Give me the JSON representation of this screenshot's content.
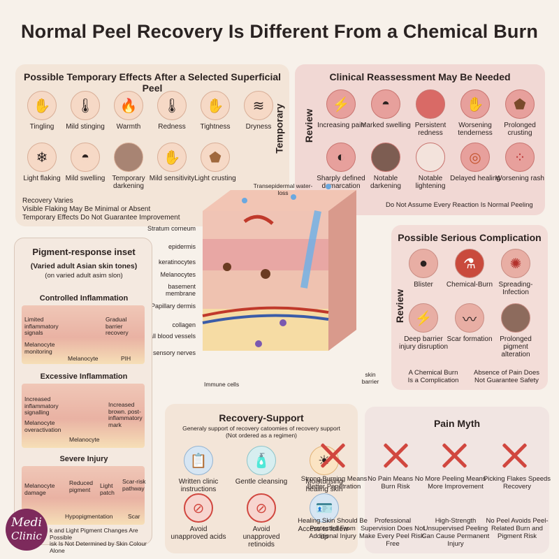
{
  "title": "Normal Peel Recovery Is Different From a Chemical Burn",
  "effects": {
    "title": "Possible Temporary Effects After a Selected Superficial Peel",
    "side_label": "Temporary",
    "items": [
      {
        "label": "Tingling",
        "icon": "hand-icon"
      },
      {
        "label": "Mild stinging",
        "icon": "thermometer-icon"
      },
      {
        "label": "Warmth",
        "icon": "flame-icon"
      },
      {
        "label": "Redness",
        "icon": "thermometer-icon"
      },
      {
        "label": "Tightness",
        "icon": "hand-icon"
      },
      {
        "label": "Dryness",
        "icon": "dry-skin-icon"
      },
      {
        "label": "Light flaking",
        "icon": "flakes-icon"
      },
      {
        "label": "Mild swelling",
        "icon": "swelling-icon"
      },
      {
        "label": "Temporary darkening",
        "icon": "dark-spot-icon"
      },
      {
        "label": "Mild sensitivity",
        "icon": "hand-icon"
      },
      {
        "label": "Light crusting",
        "icon": "crust-icon"
      }
    ],
    "notes": [
      "Recovery Varies",
      "Visible Flaking May Be Minimal or Absent",
      "Temporary Effects Do Not Guarantee Improvement"
    ]
  },
  "clinical": {
    "title": "Clinical Reassessment May Be Needed",
    "side_label": "Review",
    "items": [
      {
        "label": "Increasing pain",
        "icon": "lightning-icon"
      },
      {
        "label": "Marked swelling",
        "icon": "swelling-icon"
      },
      {
        "label": "Persistent redness",
        "icon": "red-circle-icon"
      },
      {
        "label": "Worsening tenderness",
        "icon": "hand-icon"
      },
      {
        "label": "Prolonged crusting",
        "icon": "crust-icon"
      },
      {
        "label": "Sharply defined demarcation line",
        "icon": "demarcation-icon"
      },
      {
        "label": "Notable darkening",
        "icon": "dark-spot-icon"
      },
      {
        "label": "Notable lightening",
        "icon": "light-spot-icon"
      },
      {
        "label": "Delayed healing",
        "icon": "wound-icon"
      },
      {
        "label": "Worsening rash",
        "icon": "rash-icon"
      }
    ],
    "note": "Do Not Assume Every Reaction Is Normal Peeling"
  },
  "diagram": {
    "top_label": "Transepidermal water-loss",
    "left_labels": [
      "Stratum corneum",
      "epidermis",
      "keratinocytes",
      "Melanocytes",
      "basement membrane",
      "Papillary dermis",
      "collagen",
      "small blood vessels",
      "sensory nerves"
    ],
    "bottom_labels": [
      "Immune cells",
      "skin barrier"
    ]
  },
  "serious": {
    "title": "Possible Serious Complication",
    "side_label": "Review",
    "items": [
      {
        "label": "Blister",
        "icon": "blister-icon"
      },
      {
        "label": "Chemical-Burn",
        "icon": "flask-icon"
      },
      {
        "label": "Spreading-Infection",
        "icon": "virus-icon"
      },
      {
        "label": "Deep barrier injury disruption",
        "icon": "crack-icon"
      },
      {
        "label": "Scar formation",
        "icon": "scar-icon"
      },
      {
        "label": "Prolonged pigment alteration",
        "icon": "dark-spot-icon"
      }
    ],
    "notes": [
      "A Chemical Burn Is a Complication",
      "Absence of Pain Does Not Guarantee Safety"
    ]
  },
  "pigment": {
    "title": "Pigment-response inset",
    "subtitle1": "(Varied adult Asian skin tones)",
    "subtitle2": "(on varied adult asim slon)",
    "sections": [
      {
        "title": "Controlled Inflammation",
        "labels": [
          "Limited inflammatory signals",
          "Gradual barrier recovery",
          "Melanocyte monitoring",
          "Melanocyte",
          "PIH"
        ]
      },
      {
        "title": "Excessive Inflammation",
        "labels": [
          "Increased inflammatory signalling",
          "Increased brown. post-inflammatory mark",
          "Melanocyte overactivation",
          "Melanocyte"
        ]
      },
      {
        "title": "Severe Injury",
        "labels": [
          "Melanocyte damage",
          "Reduced pigment",
          "Light patch",
          "Scar-risk pathway",
          "Hypopigmentation",
          "Scar"
        ]
      }
    ],
    "footer": [
      "k and Light Pigment Changes Are Possible",
      "isk Is Not Determined by Skin Colour Alone"
    ]
  },
  "support": {
    "title": "Recovery-Support",
    "subtitle": "Generaly support of recovery catoomies of recovery support (Not ordered as a regimen)",
    "items": [
      {
        "label": "Written clinic instructions",
        "icon": "clipboard-icon"
      },
      {
        "label": "Gentle cleansing",
        "icon": "cleanser-icon"
      },
      {
        "label": "Moisturising healing skin",
        "icon": "sun-skin-icon"
      },
      {
        "label": "Avoid unapproved acids",
        "icon": "no-flask-icon"
      },
      {
        "label": "Avoid unapproved retinoids",
        "icon": "no-dropper-icon"
      },
      {
        "label": "Access to follow-up",
        "icon": "id-card-icon"
      }
    ]
  },
  "myth": {
    "title": "Pain Myth",
    "items": [
      {
        "myth": "Strong Burning Means Better Penetration",
        "fact": "Healing Skin Should Be Protected From Additional Injury"
      },
      {
        "myth": "No Pain Means No Burn Risk",
        "fact": "Professional Supervision Does Not Make Every Peel Risk-Free"
      },
      {
        "myth": "More Peeling Means More Improvement",
        "fact": "High-Strength Unsupervised Peeling Can Cause Permanent Injury"
      },
      {
        "myth": "Picking Flakes Speeds Recovery",
        "fact": "No Peel Avoids Peel-Related Burn and Pigment Risk"
      }
    ]
  },
  "logo": {
    "line1": "Medi",
    "line2": "Clinic"
  },
  "colors": {
    "accent_red": "#d1473f",
    "panel_pink": "#f1d8d4",
    "panel_beige": "#f3e5d8"
  }
}
